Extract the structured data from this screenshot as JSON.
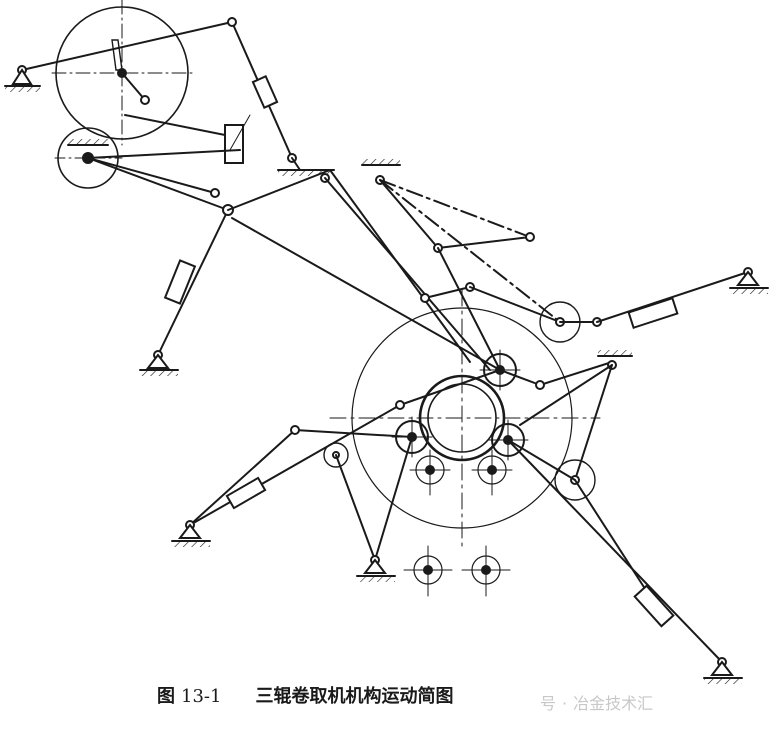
{
  "figure": {
    "label_prefix": "图",
    "number": "13-1",
    "title": "三辊卷取机机构运动简图"
  },
  "watermark": {
    "prefix": "号",
    "separator": "·",
    "source": "冶金技术汇"
  },
  "colors": {
    "ink": "#1a1a1a",
    "background": "#ffffff",
    "watermark": "#c8c8c8"
  }
}
